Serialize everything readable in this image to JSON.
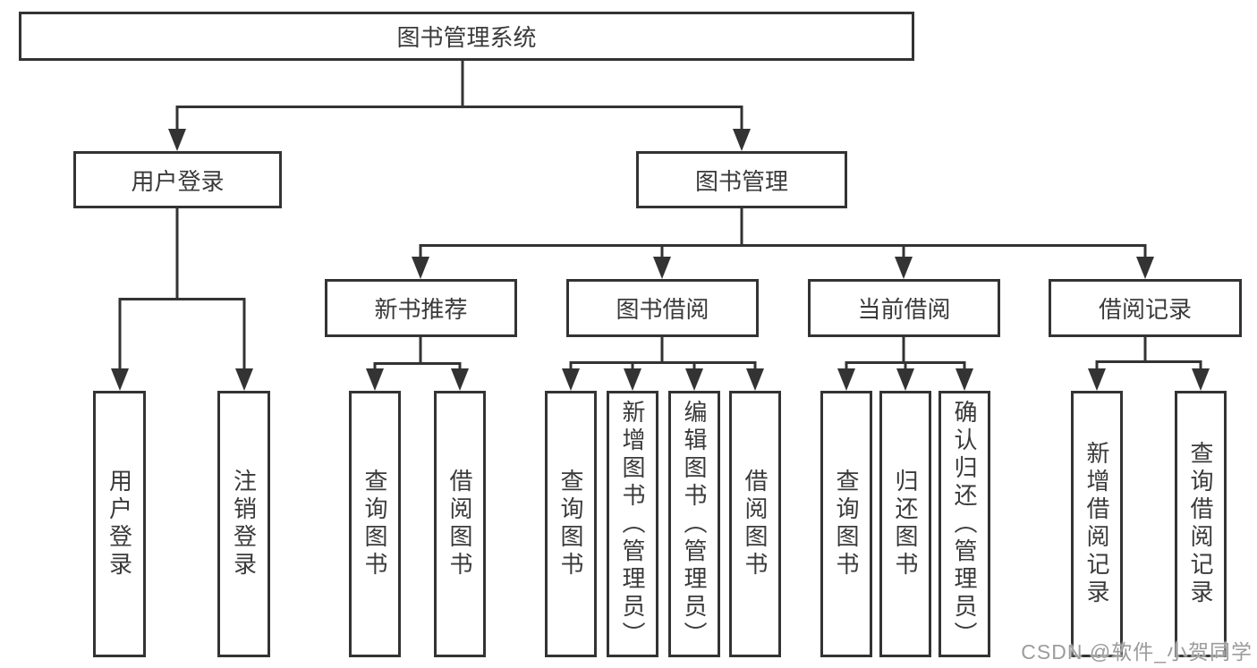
{
  "title": "图书管理系统",
  "branches": {
    "user_login": {
      "label": "用户登录",
      "children": {
        "login": "用户登录",
        "logout": "注销登录"
      }
    },
    "book_management": {
      "label": "图书管理",
      "modules": {
        "new_book_recommend": {
          "label": "新书推荐",
          "children": {
            "search_book": "查询图书",
            "borrow_book": "借阅图书"
          }
        },
        "book_borrow": {
          "label": "图书借阅",
          "children": {
            "search_book": "查询图书",
            "add_book_admin": "新增图书（管理员）",
            "edit_book_admin": "编辑图书（管理员）",
            "borrow_book": "借阅图书"
          }
        },
        "current_borrow": {
          "label": "当前借阅",
          "children": {
            "search_book": "查询图书",
            "return_book": "归还图书",
            "confirm_return_admin": "确认归还（管理员）"
          }
        },
        "borrow_records": {
          "label": "借阅记录",
          "children": {
            "add_borrow_record": "新增借阅记录",
            "search_borrow_record": "查询借阅记录"
          }
        }
      }
    }
  },
  "watermark": "CSDN @软件_小贺同学",
  "colors": {
    "line": "#333333",
    "box_border": "#333333",
    "text": "#3a3a3a",
    "watermark": "#9c9c9c",
    "background": "#ffffff"
  }
}
